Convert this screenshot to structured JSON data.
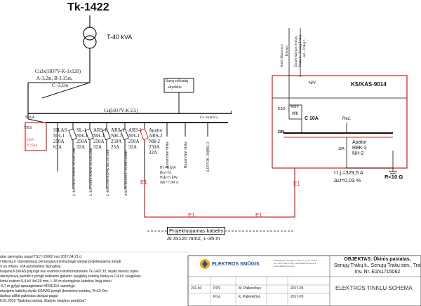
{
  "title": "Tk-1422",
  "transformer": "T-40 kVA",
  "cable_main": {
    "name": "Cu3x(HO7V-K-1x120)",
    "lines": [
      "A-3,2m, B-3,15m,",
      "C -3,1m"
    ]
  },
  "meter_box_label": [
    "Savų reikmių",
    "skydelis"
  ],
  "busbar_label": "Cu(HO7V-K 2,5)",
  "top_right_small": "Cu 3x(40x5)",
  "tks_label": "TKS",
  "tks_inner": [
    "230V",
    "0°250A"
  ],
  "s04": "S 0,4",
  "feeders": [
    {
      "name": "SILAS",
      "lines": [
        "NH-1",
        "250A",
        "63A"
      ],
      "cable": ""
    },
    {
      "name": "SL-1",
      "lines": [
        "NH-1",
        "250A",
        "32A"
      ],
      "cable": "L-KS-38'22 AXPK 4x120 12m"
    },
    {
      "name": "ARS-1",
      "lines": [
        "NH-1",
        "250A",
        "32A"
      ],
      "cable": "L-KS-5'493 AXPK 4x120 20m"
    },
    {
      "name": "ARS-1",
      "lines": [
        "NH-1",
        "250A",
        "25A"
      ],
      "cable": "L-KS8'298 AXPK 4x120 20m"
    },
    {
      "name": "ARS-1",
      "lines": [
        "NH-1",
        "250A",
        "32A"
      ],
      "cable": "AXPK 4x120 L-501m+206m"
    },
    {
      "name": "Apator",
      "lines": [
        "ARS-2",
        "NH-2",
        "250A",
        "32A"
      ],
      "cable": ""
    }
  ],
  "reserve_labels": [
    "Rezervinė vieta",
    "Rezervinė vieta"
  ],
  "lovos": "LOVOS 10(80)-1",
  "calc_lines": [
    "Pl =8 kW",
    "(kv=1)",
    "Psk=5 kW",
    "Isk=7,99 A"
  ],
  "project_cable_label": [
    "Projektuojamas kabelis",
    "Al 4x120 mm2, L-35 m"
  ],
  "e1": [
    "E1",
    "E1",
    "E1",
    "E1"
  ],
  "ks_box": {
    "title": "KS/KAS-9014",
    "nv": "N/V",
    "meter": [
      "400V",
      "Wh"
    ],
    "eso": "ESO",
    "breaker": "C 10A",
    "rez": "Rez.",
    "gn": "GN",
    "apator": [
      "Apator",
      "RBK-2",
      "NH-2"
    ],
    "fuse": "32A"
  },
  "vertical_notes": [
    "Anitė Marietnos",
    "Kliento",
    "Žemės sklypas Senujų",
    "Trakų k., Senujų Trakų",
    "sen., Trakų r."
  ],
  "measurements": [
    "I t.j.=329,5 A",
    "ΔU=0,03 %",
    "R<10 Ω"
  ],
  "notes_left": [
    "atas parengtas pagal TS17-15062 nuo 2017.04.21 d.",
    "l Klientui ir Operatoriaus personalui priešinamąjai vietoje projektuojama įrengti",
    "S su trifaziu 10A automatiniu išjungikliu.",
    "tuojama KS/KAS prijungti nuo esamos transformatorinės Tk-1422 žž, skydo laisvos rupės.",
    "skirstymuvą pamikti ir įrengti reikliamo galiamo saugiklių kortelių bloką su 0,4 kV saugiklais.",
    "kimui nutiesti 0,4 kV 4x120 mm, L-35 m skerspjūvio kabelinę liniją atviru",
    "-0,7 m gylyje apsauginiame HPDE110 vamzdyje.",
    "ntuojamo kabelių skydo KS/KAS įrengti įžeminimo kontūrą, R<10 Om.",
    "darbus atlikti pažeistas dangas  pagal",
    "6.01.2016 \"Statybos darbai. Statinio statybos priežiūra\"."
  ],
  "company": "ELEKTROS SMŪGIS",
  "company_small": [
    "UAB Elektros Smūgis,  V. Žėrė st. g. 31, Vilnius",
    "Tel. +370 (626) 23 50,  info@elektrossmugis.lt",
    "www.elektrossmugis.lt"
  ],
  "table_rows": [
    [
      "231.40",
      "PDV",
      "M. Palkevičius",
      "",
      "2017-05"
    ],
    [
      "",
      "Proj.",
      "K. Palkevičius",
      "",
      "2017-05"
    ]
  ],
  "object": [
    "OBJEKTAS: Ūkinis pastatas,",
    "Senujų Trakų k., Senujų Trakų sen., Trak",
    "Inv. Nr. E1N1715062"
  ],
  "schema_title": "ELEKTROS TINKLŲ SCHEMA",
  "watermark_text": ""
}
